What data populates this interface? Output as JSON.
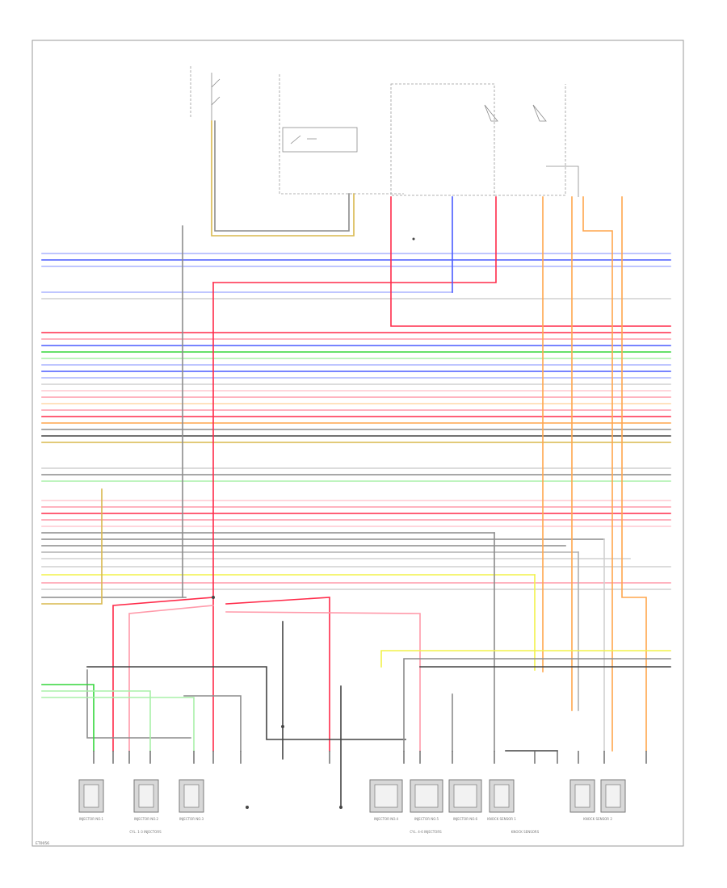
{
  "colors": {
    "red": "#ff2b4a",
    "pink": "#ff9aaa",
    "blue": "#4a5cff",
    "lightblue": "#aab4ff",
    "green": "#33d63a",
    "lightgreen": "#a8f0a8",
    "orange": "#ffa64d",
    "darkorange": "#ff8a1a",
    "yellow": "#f2f24a",
    "tan": "#d9b84d",
    "gray": "#8c8c8c",
    "darkgray": "#444444",
    "lightgray": "#d0d0d0"
  },
  "diagram": {
    "footer_code": "ET0056",
    "components": [
      {
        "id": "inj1",
        "label": "INJECTOR NO.1"
      },
      {
        "id": "inj2",
        "label": "INJECTOR NO.2"
      },
      {
        "id": "inj3",
        "label": "INJECTOR NO.3"
      },
      {
        "id": "inj4",
        "label": "INJECTOR NO.4"
      },
      {
        "id": "inj5",
        "label": "INJECTOR NO.5"
      },
      {
        "id": "inj6",
        "label": "INJECTOR NO.6"
      },
      {
        "id": "ks1",
        "label": "KNOCK SENSOR 1"
      },
      {
        "id": "ks2",
        "label": "KNOCK SENSOR 2"
      }
    ],
    "captions": [
      {
        "id": "cap-left",
        "text": "CYL. 1-3 INJECTORS"
      },
      {
        "id": "cap-mid",
        "text": "CYL. 4-6 INJECTORS"
      },
      {
        "id": "cap-knock",
        "text": "KNOCK SENSORS"
      }
    ]
  }
}
